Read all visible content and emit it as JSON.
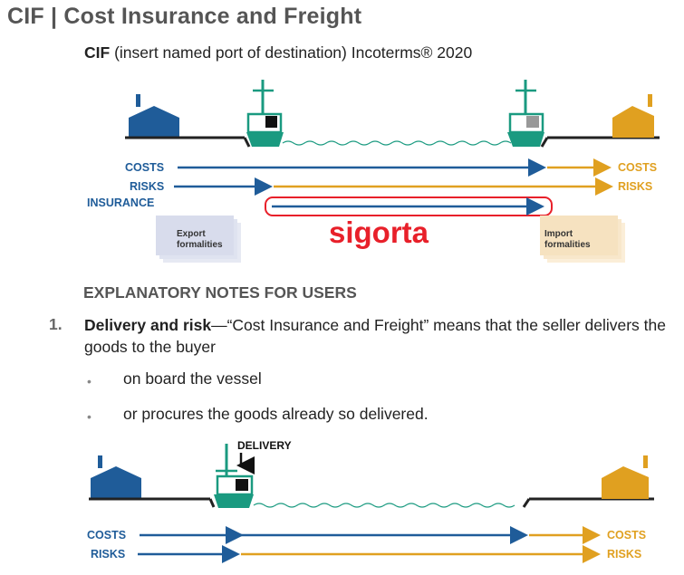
{
  "header": {
    "title": "CIF | Cost Insurance and Freight",
    "subtitle_bold": "CIF",
    "subtitle_rest": " (insert named port of destination) Incoterms® 2020"
  },
  "diagram_top": {
    "costs_left": "COSTS",
    "risks_left": "RISKS",
    "insurance_left": "INSURANCE",
    "costs_right": "COSTS",
    "risks_right": "RISKS",
    "export_line1": "Export",
    "export_line2": "formalities",
    "import_line1": "Import",
    "import_line2": "formalities",
    "annotation": "sigorta"
  },
  "notes": {
    "heading": "EXPLANATORY NOTES FOR USERS",
    "item_number": "1.",
    "item_bold": "Delivery and risk",
    "item_text": "—“Cost Insurance and Freight” means that the seller delivers the goods to the buyer",
    "bullets": [
      "on board the vessel",
      "or procures the goods already so delivered."
    ]
  },
  "diagram_bottom": {
    "delivery_label": "DELIVERY",
    "costs_left": "COSTS",
    "risks_left": "RISKS",
    "costs_right": "COSTS",
    "risks_right": "RISKS"
  },
  "colors": {
    "seller_blue": "#1f5c99",
    "buyer_gold": "#e0a020",
    "ship_teal": "#1a9a80",
    "annotation_red": "#e8202a"
  }
}
